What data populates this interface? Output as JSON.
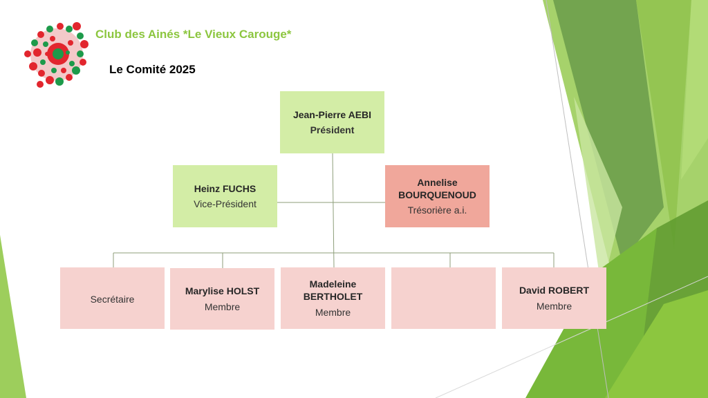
{
  "header": {
    "club_name": "Club des Ainés *Le Vieux Carouge*",
    "subtitle": "Le Comité 2025"
  },
  "colors": {
    "accent_green": "#8cc63f",
    "box_green": "#d3eda6",
    "box_salmon": "#f0a79b",
    "box_pink": "#f6d2cf",
    "logo_red": "#e2262e",
    "logo_green": "#1d9a4a"
  },
  "org_chart": {
    "president": {
      "name": "Jean-Pierre AEBI",
      "role": "Président"
    },
    "vice_president": {
      "name": "Heinz FUCHS",
      "role": "Vice-Président"
    },
    "treasurer": {
      "name": "Annelise BOURQUENOUD",
      "role": "Trésorière a.i."
    },
    "members": [
      {
        "name": "",
        "role": "Secrétaire"
      },
      {
        "name": "Marylise HOLST",
        "role": "Membre"
      },
      {
        "name": "Madeleine BERTHOLET",
        "role": "Membre"
      },
      {
        "name": "",
        "role": ""
      },
      {
        "name": "David ROBERT",
        "role": "Membre"
      }
    ]
  }
}
